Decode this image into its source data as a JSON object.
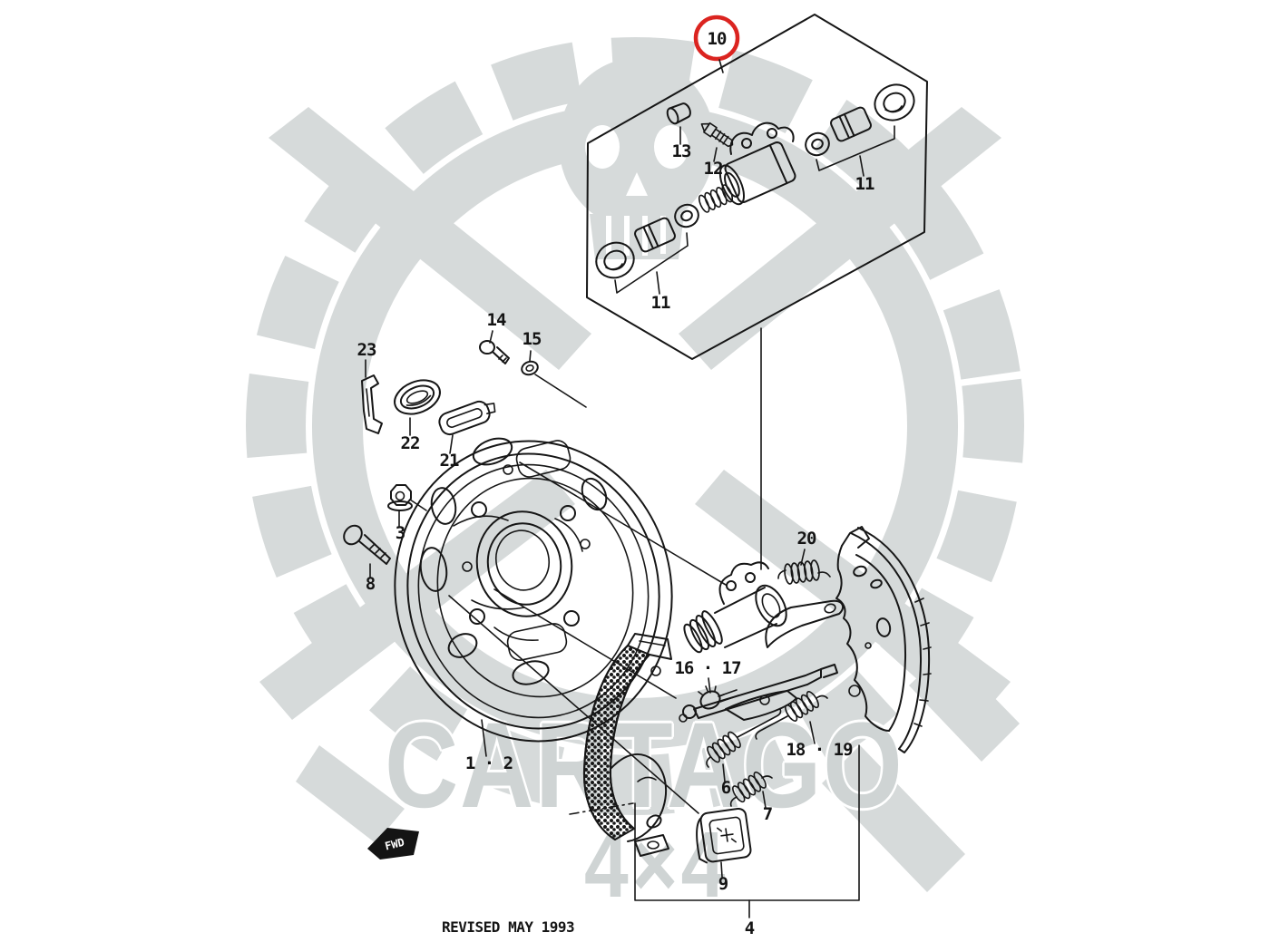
{
  "page": {
    "background": "#ffffff",
    "line_color": "#161616",
    "watermark_color": "#d6dada",
    "highlight_color": "#db2420"
  },
  "watermark": {
    "brand": "CARTAGO",
    "sub": "4×4"
  },
  "footer": {
    "revision_note": "REVISED MAY 1993"
  },
  "badge": {
    "label": "FWD"
  },
  "callouts": {
    "c10": "10",
    "c11a": "11",
    "c11b": "11",
    "c12": "12",
    "c13": "13",
    "c14": "14",
    "c15": "15",
    "c23": "23",
    "c22": "22",
    "c21": "21",
    "c3": "3",
    "c8": "8",
    "c1_2": "1 · 2",
    "c20": "20",
    "c16_17": "16 · 17",
    "c18_19": "18 · 19",
    "c6": "6",
    "c7": "7",
    "c9": "9",
    "c4": "4"
  }
}
